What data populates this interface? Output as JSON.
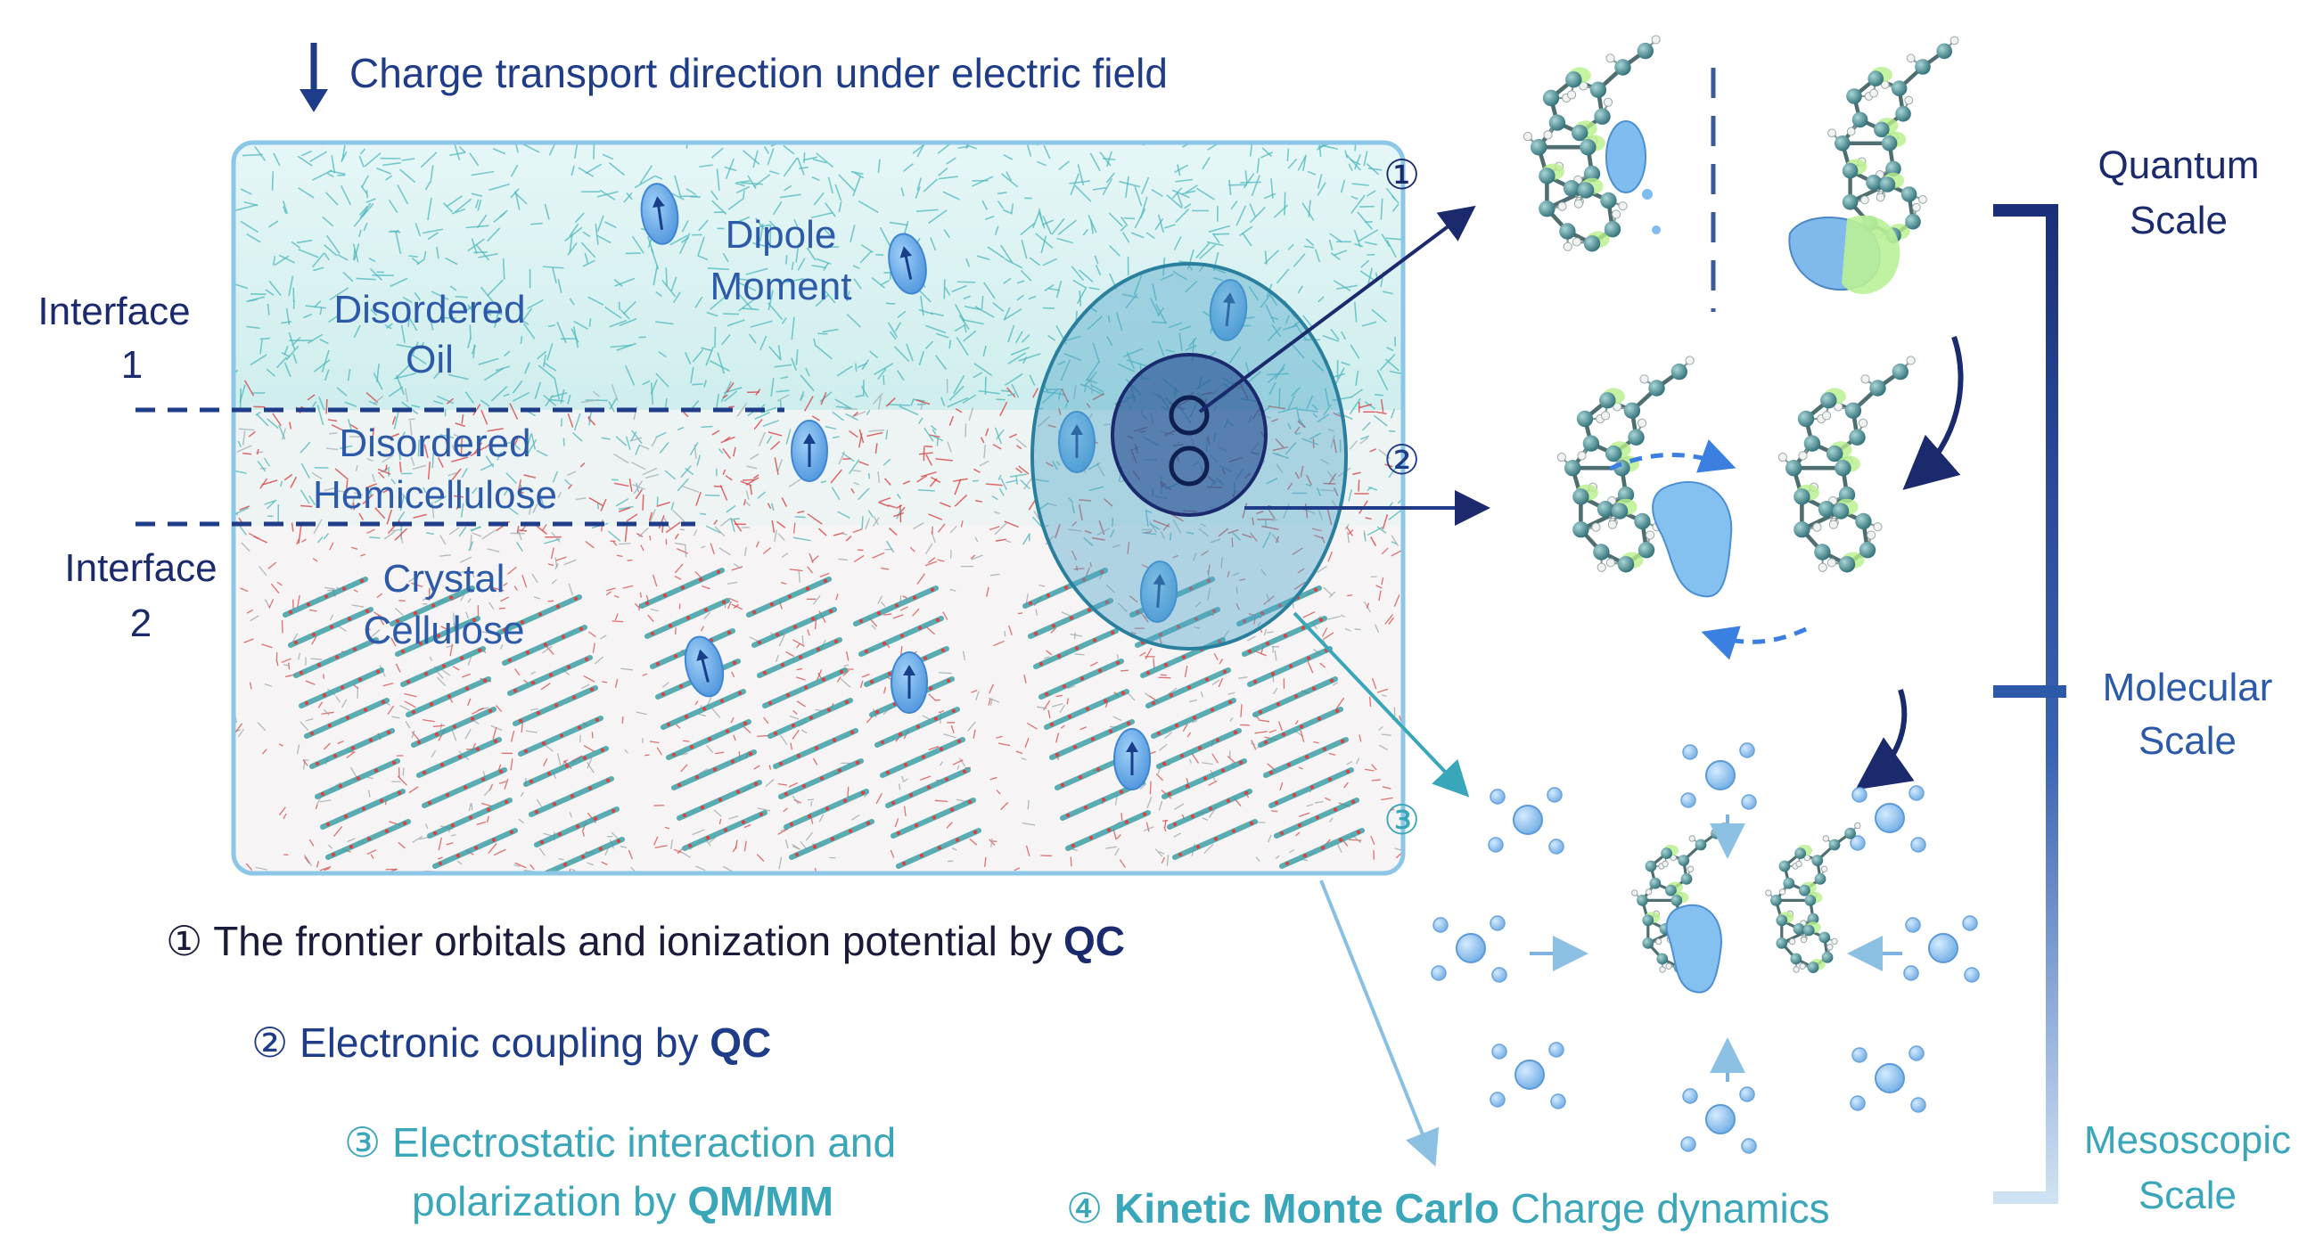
{
  "header": {
    "direction_text": "Charge transport direction under electric field"
  },
  "interfaces": {
    "interface1": [
      "Interface",
      "1"
    ],
    "interface2": [
      "Interface",
      "2"
    ]
  },
  "regions": {
    "oil": [
      "Disordered",
      "Oil"
    ],
    "hemicellulose": [
      "Disordered",
      "Hemicellulose"
    ],
    "cellulose": [
      "Crystal",
      "Cellulose"
    ],
    "dipole": [
      "Dipole",
      "Moment"
    ]
  },
  "markers": {
    "m1": "①",
    "m2": "②",
    "m3": "③"
  },
  "scales": {
    "quantum": [
      "Quantum",
      "Scale"
    ],
    "molecular": [
      "Molecular",
      "Scale"
    ],
    "mesoscopic": [
      "Mesoscopic",
      "Scale"
    ]
  },
  "steps": [
    {
      "prefix": "① The frontier orbitals and ionization potential by ",
      "bold": "QC"
    },
    {
      "prefix": "② Electronic coupling by ",
      "bold": "QC"
    },
    {
      "line1": "③ Electrostatic interaction and",
      "prefix": "polarization by ",
      "bold": "QM/MM"
    },
    {
      "num": "④ ",
      "bold": "Kinetic Monte Carlo",
      "suffix": " Charge dynamics"
    }
  ],
  "colors": {
    "navy": "#1f3c88",
    "dark_navy": "#1a2a6c",
    "mid_blue": "#2d5aa8",
    "teal": "#3aa6b9",
    "light_blue": "#7fb2e0",
    "oil_teal": "#5fc4c9",
    "cellulose_red": "#d64545",
    "orbital_blue": "#8ec3ee",
    "orbital_green": "#b8f08a"
  }
}
